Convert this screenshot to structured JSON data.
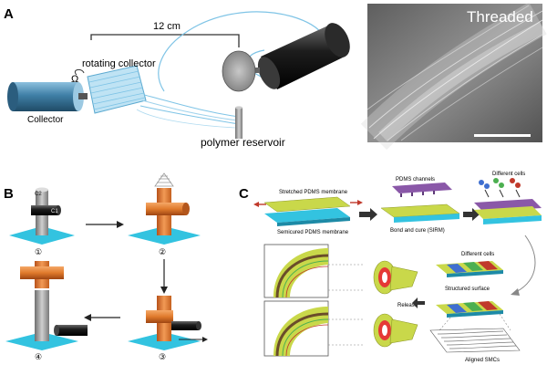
{
  "panels": {
    "a": {
      "letter": "A",
      "distance_label": "12 cm",
      "rotating_collector_label": "rotating collector",
      "omega_label": "Ω",
      "collector_label": "Collector",
      "polymer_reservoir_label": "polymer reservoir",
      "sem_label": "Threaded"
    },
    "b": {
      "letter": "B",
      "rod_labels": {
        "c1": "C1",
        "c2": "C2"
      },
      "steps": [
        "①",
        "②",
        "③",
        "④"
      ]
    },
    "c": {
      "letter": "C",
      "stretched_label": "Stretched PDMS membrane",
      "semicured_label": "Semicured PDMS membrane",
      "channels_label": "PDMS channels",
      "bond_label": "Bond and cure (SIRM)",
      "different_cells_label_1": "Different cells",
      "different_cells_label_2": "Different cells",
      "structured_surface_label": "Structured surface",
      "release_label": "Release",
      "aligned_label": "Aligned SMCs"
    }
  },
  "colors": {
    "collector_blue": "#3f7fa6",
    "fiber_blue": "#7fc4e6",
    "rod_orange": "#e07a2c",
    "rod_gray": "#9a9a9a",
    "base_cyan": "#33c3e0",
    "pdms_green": "#c9d84a",
    "channel_purple": "#8a58a8",
    "sem_gray": "#7a7a7a"
  }
}
